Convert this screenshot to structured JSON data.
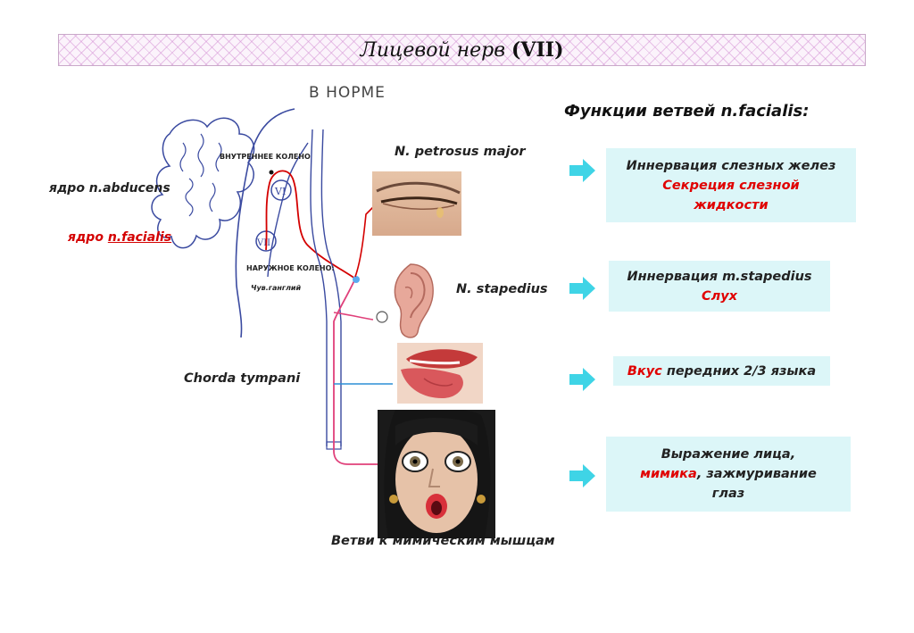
{
  "title": {
    "text": "Лицевой нерв",
    "roman": "(VII)"
  },
  "diagram": {
    "caption": "В НОРМЕ",
    "label_inner_knee": "ВНУТРЕННЕЕ КОЛЕНО",
    "label_outer_knee": "НАРУЖНОЕ КОЛЕНО:",
    "label_ganglion": "Чув.ганглий",
    "nucleus_abducens": "ядро n.abducens",
    "nucleus_facialis_prefix": "ядро ",
    "nucleus_facialis_name": "n.facialis",
    "roman_upper": "VI",
    "roman_lower": "VII"
  },
  "branches": {
    "petrosus": "N. petrosus major",
    "stapedius": "N. stapedius",
    "chorda": "Chorda tympani",
    "mimic": "Ветви к мимическим мышцам"
  },
  "functions": {
    "heading": "Функции ветвей n.facialis:",
    "box1": {
      "line1": "Иннервация слезных желез",
      "line2": "Секреция слезной",
      "line3": "жидкости"
    },
    "box2": {
      "line1": "Иннервация m.stapedius",
      "line2": "Слух"
    },
    "box3": {
      "red": "Вкус",
      "rest": " передних 2/3 языка"
    },
    "box4": {
      "line1": "Выражение лица,",
      "line2_red": "мимика",
      "line2_rest": ", зажмуривание",
      "line3": "глаз"
    }
  },
  "colors": {
    "nerve_red": "#d40000",
    "nerve_pink": "#e0407a",
    "outline_blue": "#3a4aa0",
    "func_bg": "#dcf6f8",
    "arrow": "#3fd4e6"
  },
  "icons": [
    "arrow-right-icon"
  ]
}
